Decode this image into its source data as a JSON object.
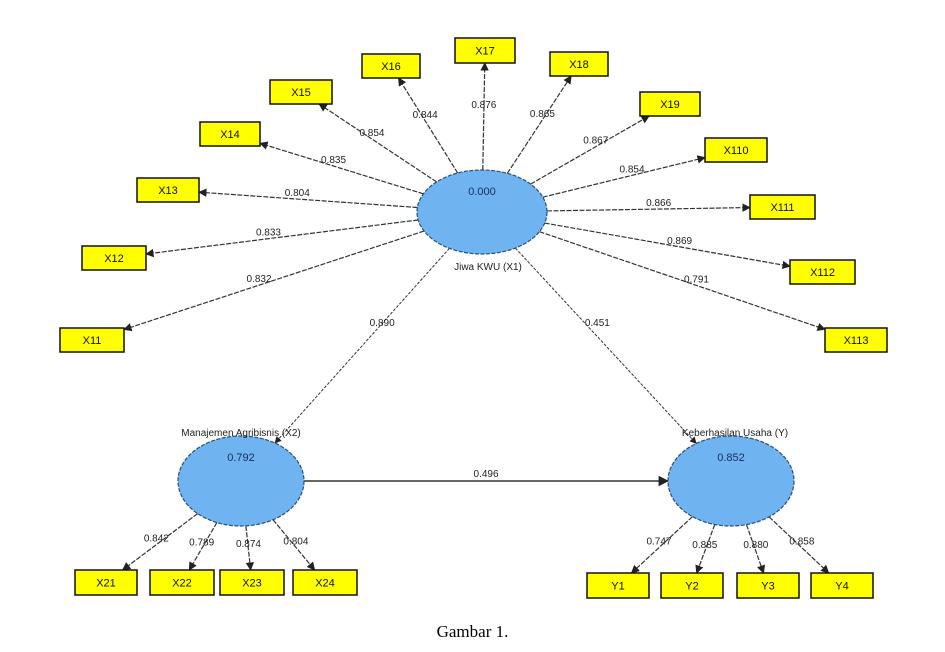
{
  "colors": {
    "indicator_fill": "#ffff00",
    "latent_fill": "#6fb3f0",
    "latent_stroke": "#2a4f7a",
    "line": "#333333"
  },
  "latents": [
    {
      "id": "X1",
      "label": "Jiwa KWU (X1)",
      "value": "0.000"
    },
    {
      "id": "X2",
      "label": "Manajemen Agribisnis (X2)",
      "value": "0.792"
    },
    {
      "id": "Y",
      "label": "Keberhasilan Usaha (Y)",
      "value": "0.852"
    }
  ],
  "indicators_x1": [
    {
      "name": "X11",
      "loading": "0.832"
    },
    {
      "name": "X12",
      "loading": "0.833"
    },
    {
      "name": "X13",
      "loading": "0.804"
    },
    {
      "name": "X14",
      "loading": "0.835"
    },
    {
      "name": "X15",
      "loading": "0.854"
    },
    {
      "name": "X16",
      "loading": "0.844"
    },
    {
      "name": "X17",
      "loading": "0.876"
    },
    {
      "name": "X18",
      "loading": "0.865"
    },
    {
      "name": "X19",
      "loading": "0.867"
    },
    {
      "name": "X110",
      "loading": "0.854"
    },
    {
      "name": "X111",
      "loading": "0.866"
    },
    {
      "name": "X112",
      "loading": "0.869"
    },
    {
      "name": "X113",
      "loading": "0.791"
    }
  ],
  "indicators_x2": [
    {
      "name": "X21",
      "loading": "0.842"
    },
    {
      "name": "X22",
      "loading": "0.789"
    },
    {
      "name": "X23",
      "loading": "0.874"
    },
    {
      "name": "X24",
      "loading": "0.804"
    }
  ],
  "indicators_y": [
    {
      "name": "Y1",
      "loading": "0.747"
    },
    {
      "name": "Y2",
      "loading": "0.885"
    },
    {
      "name": "Y3",
      "loading": "0.880"
    },
    {
      "name": "Y4",
      "loading": "0.858"
    }
  ],
  "paths": [
    {
      "from": "X1",
      "to": "X2",
      "coef": "0.890"
    },
    {
      "from": "X1",
      "to": "Y",
      "coef": "0.451"
    },
    {
      "from": "X2",
      "to": "Y",
      "coef": "0.496"
    }
  ],
  "caption": "Gambar 1."
}
